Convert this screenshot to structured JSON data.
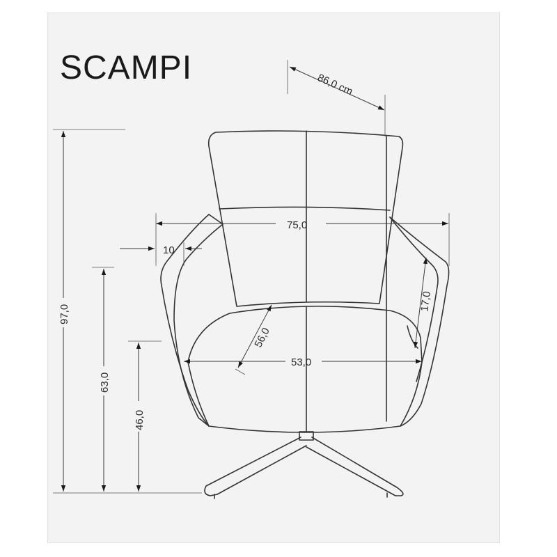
{
  "title": "SCAMPI",
  "dimensions": {
    "depth_overall": "86,0 cm",
    "width_overall": "75,0",
    "arm_width": "10",
    "arm_height": "17,0",
    "seat_depth": "56,0",
    "seat_width": "53,0",
    "height_overall": "97,0",
    "armrest_height": "63,0",
    "seat_height": "46,0"
  }
}
